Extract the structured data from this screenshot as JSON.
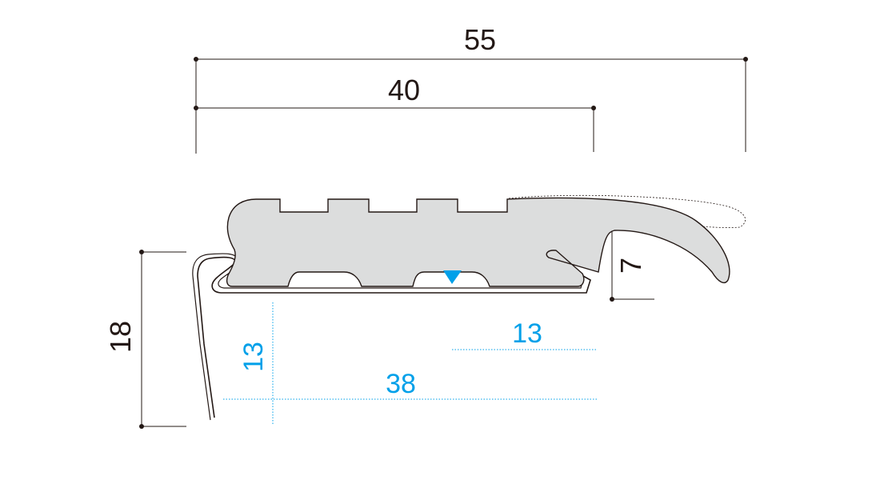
{
  "dimensions": {
    "overall_width": "55",
    "inner_width": "40",
    "height": "18",
    "lip_height": "7",
    "blue_offset_height": "13",
    "blue_right_length": "13",
    "blue_base_length": "38"
  },
  "colors": {
    "ink": "#231815",
    "profile_fill": "#dcdddd",
    "accent_blue": "#00a0e9"
  }
}
